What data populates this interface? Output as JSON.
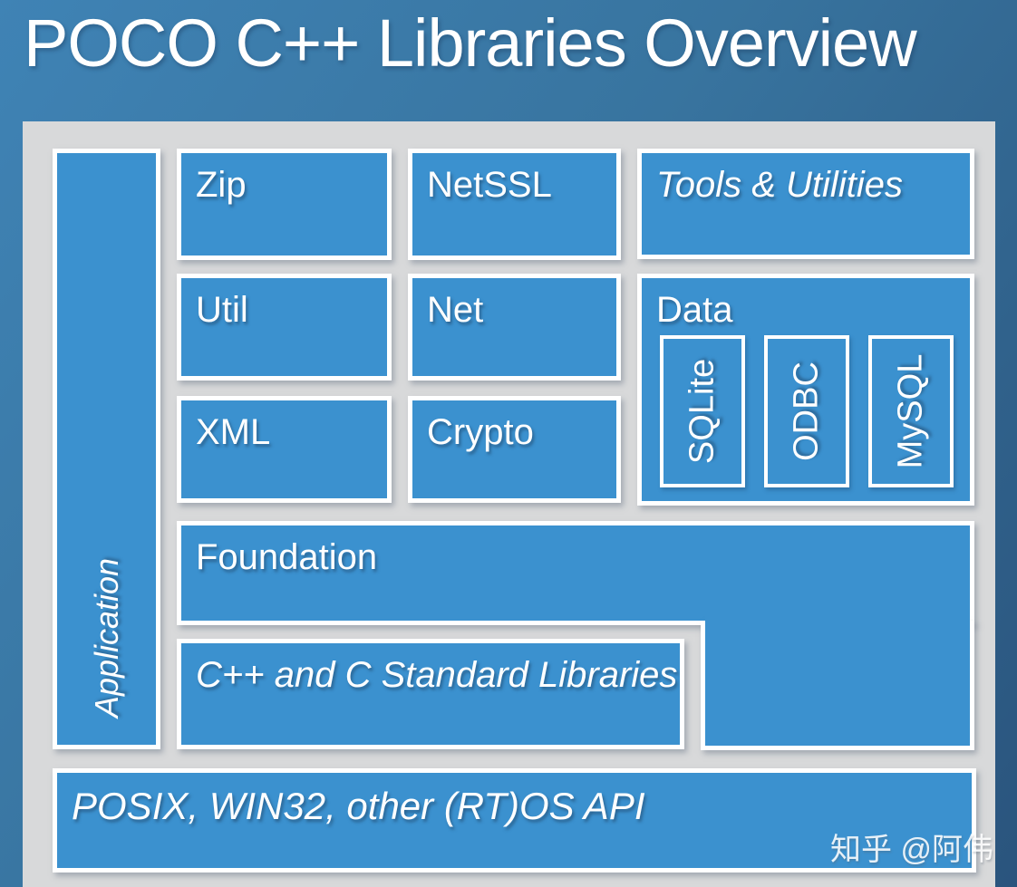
{
  "header": {
    "title": "POCO C++ Libraries Overview"
  },
  "blocks": {
    "application": {
      "label": "Application"
    },
    "zip": {
      "label": "Zip"
    },
    "netssl": {
      "label": "NetSSL"
    },
    "tools_utilities": {
      "label": "Tools & Utilities"
    },
    "util": {
      "label": "Util"
    },
    "net": {
      "label": "Net"
    },
    "data": {
      "label": "Data",
      "backends": [
        {
          "label": "SQLite"
        },
        {
          "label": "ODBC"
        },
        {
          "label": "MySQL"
        }
      ]
    },
    "xml": {
      "label": "XML"
    },
    "crypto": {
      "label": "Crypto"
    },
    "foundation": {
      "label": "Foundation"
    },
    "std_libraries": {
      "label": "C++ and C Standard Libraries"
    },
    "os_api": {
      "label": "POSIX, WIN32, other (RT)OS API"
    }
  },
  "watermark": "知乎 @阿伟",
  "colors": {
    "block_fill": "#3b91cf",
    "block_border": "#ffffff",
    "panel_background": "#d8d9da",
    "page_gradient_start": "#3f83b5",
    "page_gradient_end": "#2a547d",
    "text": "#ffffff"
  }
}
